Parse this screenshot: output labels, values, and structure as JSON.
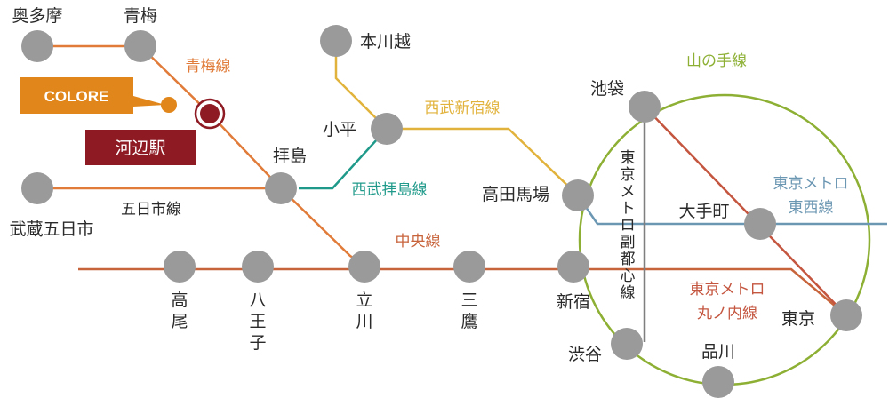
{
  "stations": {
    "okutama": "奥多摩",
    "ome": "青梅",
    "musashi_itsukaichi": "武蔵五日市",
    "haijima": "拝島",
    "honkawagoe": "本川越",
    "kodaira": "小平",
    "takadanobaba": "高田馬場",
    "ikebukuro": "池袋",
    "otemachi": "大手町",
    "takao": "高尾",
    "hachioji": "八王子",
    "tachikawa": "立川",
    "mitaka": "三鷹",
    "shinjuku": "新宿",
    "shibuya": "渋谷",
    "shinagawa": "品川",
    "tokyo": "東京"
  },
  "lines": {
    "ome_line": "青梅線",
    "itsukaichi_line": "五日市線",
    "chuo_line": "中央線",
    "seibu_shinjuku": "西武新宿線",
    "seibu_haijima": "西武拝島線",
    "yamanote": "山の手線",
    "tozai_1": "東京メトロ",
    "tozai_2": "東西線",
    "marunouchi_1": "東京メトロ",
    "marunouchi_2": "丸ノ内線",
    "fukutoshin": "東京メトロ副都心線"
  },
  "callouts": {
    "colore": "COLORE",
    "kawabe": "河辺駅"
  },
  "colors": {
    "jr_orange": "#e07b39",
    "chuo": "#c8643c",
    "seibu_yellow": "#e2b33c",
    "seibu_teal": "#1f9a8a",
    "yamanote_green": "#8db034",
    "tozai_blue": "#6c97b3",
    "marunouchi_red": "#c4553f",
    "fukutoshin_gray": "#7f7f7f",
    "station_gray": "#9a9a9a",
    "colore_orange": "#e1861a",
    "kawabe_red": "#8e1b24"
  }
}
